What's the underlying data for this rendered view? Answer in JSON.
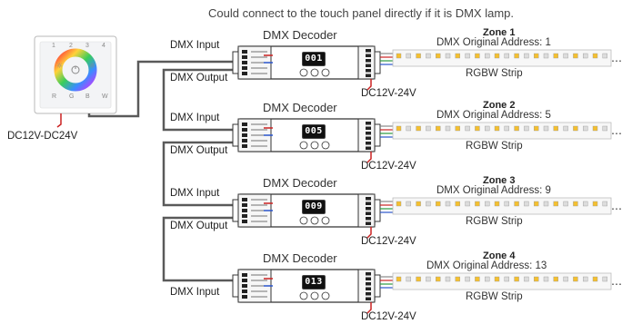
{
  "top_note": "Could connect to the touch panel directly if it is DMX lamp.",
  "panel": {
    "power_label": "DC12V-DC24V",
    "zone_keys": [
      "1",
      "2",
      "3",
      "4"
    ],
    "bottom_keys": [
      "R",
      "G",
      "B",
      "W"
    ]
  },
  "decoder_title": "DMX Decoder",
  "input_label": "DMX Input",
  "output_label": "DMX Output",
  "power_label": "DC12V-24V",
  "strip_label": "RGBW Strip",
  "zones": [
    {
      "zone": "Zone 1",
      "address": "DMX Original Address: 1",
      "display": "001"
    },
    {
      "zone": "Zone 2",
      "address": "DMX Original Address: 5",
      "display": "005"
    },
    {
      "zone": "Zone 3",
      "address": "DMX Original Address: 9",
      "display": "009"
    },
    {
      "zone": "Zone 4",
      "address": "DMX Original Address: 13",
      "display": "013"
    }
  ],
  "colors": {
    "cable": "#5a5a5a",
    "wire_red": "#cc2222",
    "wire_blue": "#2a55cc",
    "led_yellow": "#f4c030"
  }
}
